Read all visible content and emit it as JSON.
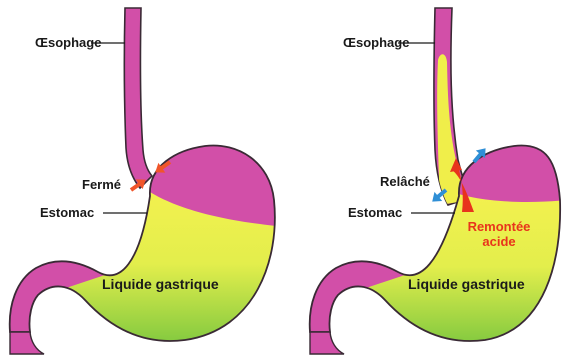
{
  "left_panel": {
    "esophagus_label": "Œsophage",
    "state_label": "Fermé",
    "stomach_label": "Estomac",
    "liquid_label": "Liquide gastrique"
  },
  "right_panel": {
    "esophagus_label": "Œsophage",
    "state_label": "Relâché",
    "stomach_label": "Estomac",
    "liquid_label": "Liquide gastrique",
    "reflux_label_line1": "Remontée",
    "reflux_label_line2": "acide"
  },
  "colors": {
    "tissue": "#d24fa8",
    "tissue_stroke": "#3a2a35",
    "liquid_top": "#f0ee4a",
    "liquid_bottom": "#7cc63e",
    "closed_arrow": "#f0552a",
    "relaxed_arrow": "#2f8fd6",
    "reflux": "#e8341c"
  },
  "icons": {
    "closed_arrows": "arrow-inward-icon",
    "relaxed_arrows": "arrow-outward-icon",
    "reflux_arrow": "arrow-up-icon"
  }
}
